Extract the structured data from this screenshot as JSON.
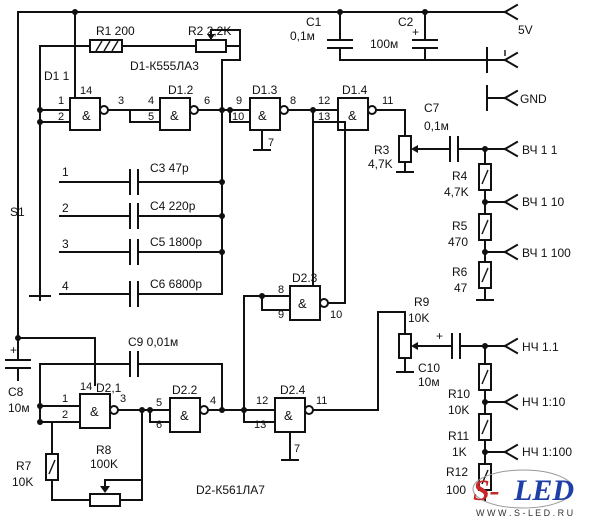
{
  "labels": {
    "r1": "R1 200",
    "r2": "R2 2,2K",
    "c1a": "C1",
    "c1b": "0,1м",
    "c2": "C2",
    "c2b": "100м",
    "vcc": "5V",
    "gnd": "GND",
    "d1_part": "D1-К555ЛА3",
    "d11": "D1 1",
    "d12": "D1.2",
    "d13": "D1.3",
    "d14": "D1.4",
    "c7a": "C7",
    "c7b": "0,1м",
    "r3a": "R3",
    "r3b": "4,7K",
    "vch11": "ВЧ 1 1",
    "r4a": "R4",
    "r4b": "4,7K",
    "vch110": "ВЧ 1 10",
    "r5a": "R5",
    "r5b": "470",
    "vch1100": "ВЧ 1 100",
    "r6a": "R6",
    "r6b": "47",
    "s1": "S1",
    "c3": "C3 47p",
    "c4": "C4 220p",
    "c5": "C5 1800p",
    "c6": "C6 6800p",
    "sw1": "1",
    "sw2": "2",
    "sw3": "3",
    "sw4": "4",
    "d23": "D2.3",
    "r9a": "R9",
    "r9b": "10K",
    "c9": "C9 0,01м",
    "c10a": "C10",
    "c10b": "10м",
    "c8a": "C8",
    "c8b": "10м",
    "d21": "D2,1",
    "d22": "D2.2",
    "d24": "D2.4",
    "nch11": "НЧ 1.1",
    "r10a": "R10",
    "r10b": "10K",
    "nch110": "НЧ 1:10",
    "r11a": "R11",
    "r11b": "1K",
    "nch1100": "НЧ 1:100",
    "r8a": "R8",
    "r8b": "100K",
    "r7a": "R7",
    "r7b": "10K",
    "r12a": "R12",
    "r12b": "100",
    "d2_part": "D2-К561ЛА7"
  },
  "pins": {
    "p1": "1",
    "p2": "2",
    "p14": "14",
    "p3": "3",
    "p4": "4",
    "p5": "5",
    "p6": "6",
    "p9": "9",
    "p10": "10",
    "p8": "8",
    "p12": "12",
    "p13": "13",
    "p11": "11",
    "p7": "7"
  },
  "logo": {
    "s": "S-",
    "led": "LED",
    "url": "W W W . S - L E D . R U"
  },
  "colors": {
    "ink": "#111111",
    "logo_red": "#c62828",
    "logo_blue": "#1f3fa8"
  }
}
